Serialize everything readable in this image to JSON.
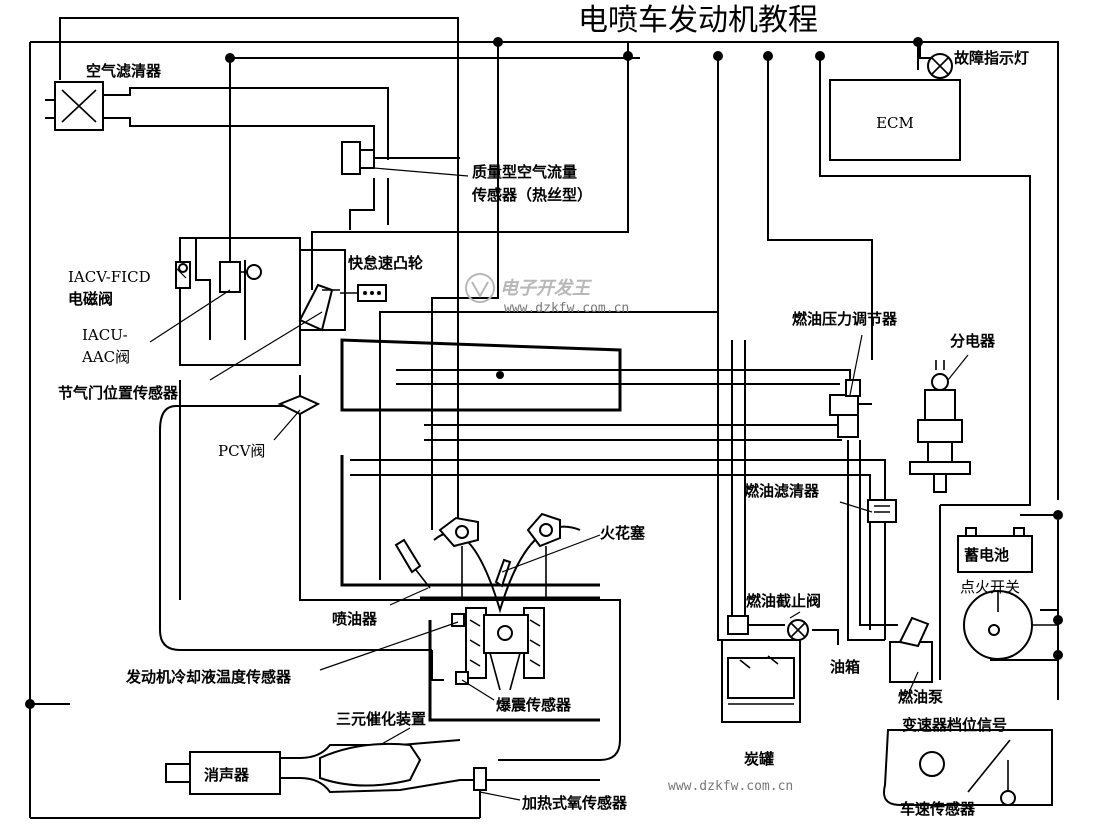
{
  "title": "电喷车发动机教程",
  "labels": {
    "air_filter": "空气滤清器",
    "maf_sensor_line1": "质量型空气流量",
    "maf_sensor_line2": "传感器（热丝型）",
    "fast_idle_cam": "快怠速凸轮",
    "iacv_ficd_line1": "IACV-FICD",
    "iacv_ficd_line2": "电磁阀",
    "iacu_aac_line1": "IACU-",
    "iacu_aac_line2": "AAC阀",
    "throttle_position_sensor": "节气门位置传感器",
    "pcv_valve": "PCV阀",
    "injector": "喷油器",
    "coolant_temp_sensor": "发动机冷却液温度传感器",
    "knock_sensor": "爆震传感器",
    "catalytic_converter": "三元催化装置",
    "muffler": "消声器",
    "heated_o2_sensor": "加热式氧传感器",
    "spark_plug": "火花塞",
    "fuel_pressure_regulator": "燃油压力调节器",
    "distributor": "分电器",
    "fuel_filter": "燃油滤清器",
    "fuel_cutoff_valve": "燃油截止阀",
    "fuel_tank": "油箱",
    "fuel_pump": "燃油泵",
    "canister": "炭罐",
    "battery": "蓄电池",
    "ignition_switch": "点火开关",
    "transmission_signal": "变速器档位信号",
    "vehicle_speed_sensor": "车速传感器",
    "ecm": "ECM",
    "malfunction_lamp": "故障指示灯"
  },
  "watermark": {
    "brand": "电子开发王",
    "url_center": "www.dzkfw.com.cn",
    "url_bottom": "www.dzkfw.com.cn"
  }
}
